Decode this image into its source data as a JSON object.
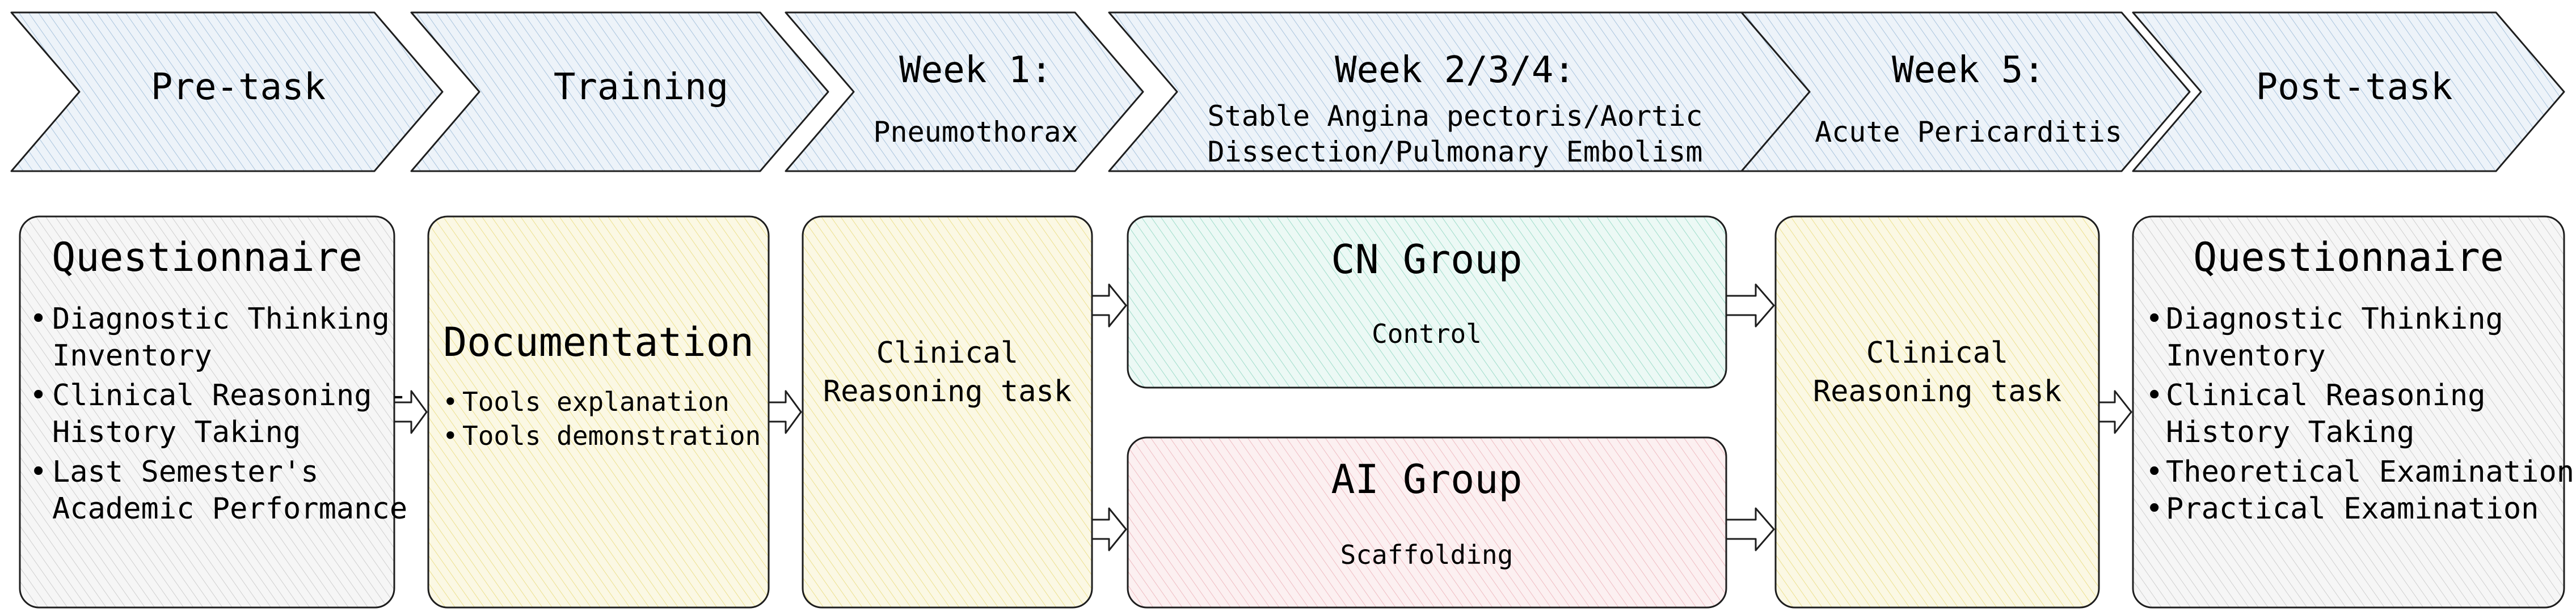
{
  "phases": [
    {
      "title": "Pre-task",
      "subtitle": ""
    },
    {
      "title": "Training",
      "subtitle": ""
    },
    {
      "title": "Week 1:",
      "subtitle": "Pneumothorax"
    },
    {
      "title": "Week 2/3/4:",
      "subtitle_line1": "Stable Angina pectoris/Aortic",
      "subtitle_line2": "Dissection/Pulmonary Embolism"
    },
    {
      "title": "Week 5:",
      "subtitle": "Acute Pericarditis"
    },
    {
      "title": "Post-task",
      "subtitle": ""
    }
  ],
  "pre_questionnaire": {
    "title": "Questionnaire",
    "items": [
      {
        "line1": "Diagnostic Thinking",
        "line2": "Inventory"
      },
      {
        "line1": "Clinical Reasoning -",
        "line2": "History Taking"
      },
      {
        "line1": "Last Semester's",
        "line2": "Academic Performance"
      }
    ]
  },
  "documentation": {
    "title": "Documentation",
    "items": [
      "Tools explanation",
      "Tools demonstration"
    ]
  },
  "week1_task": {
    "line1": "Clinical",
    "line2": "Reasoning task"
  },
  "cn_group": {
    "title": "CN Group",
    "subtitle": "Control"
  },
  "ai_group": {
    "title": "AI Group",
    "subtitle": "Scaffolding"
  },
  "week5_task": {
    "line1": "Clinical",
    "line2": "Reasoning task"
  },
  "post_questionnaire": {
    "title": "Questionnaire",
    "items": [
      {
        "line1": "Diagnostic Thinking",
        "line2": "Inventory"
      },
      {
        "line1": "Clinical Reasoning",
        "line2": "History Taking"
      },
      {
        "line1": "Theoretical Examination",
        "line2": ""
      },
      {
        "line1": "Practical Examination",
        "line2": ""
      }
    ]
  },
  "colors": {
    "phase_fill": "#dfe9f3",
    "gray_fill": "#e9e9e9",
    "yellow_fill": "#f8f3cf",
    "teal_fill": "#d3f2ea",
    "pink_fill": "#f8dde0",
    "stroke": "#1e1e1e"
  }
}
